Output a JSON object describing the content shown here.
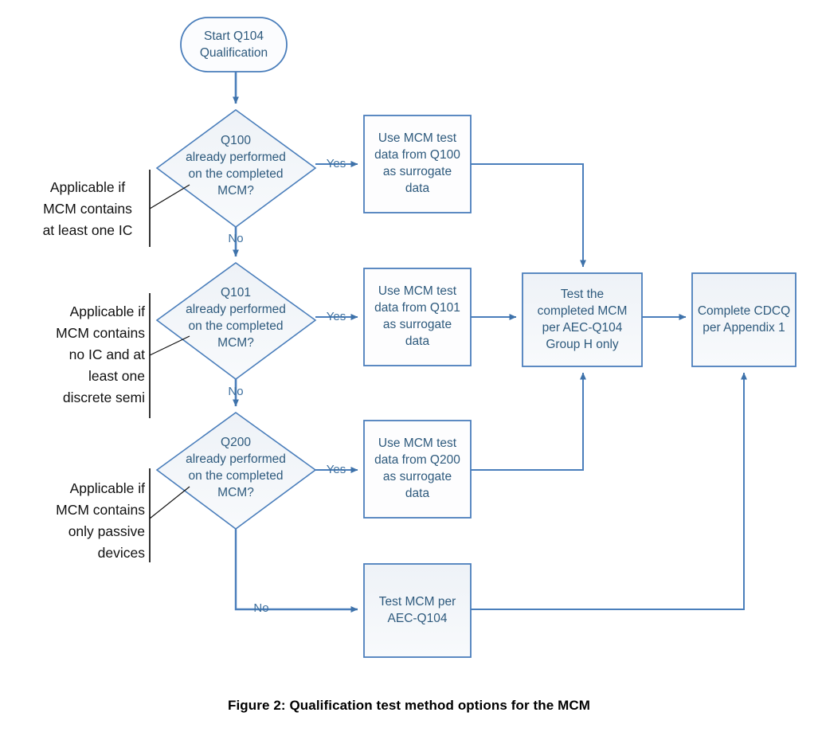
{
  "figure": {
    "caption": "Figure 2:  Qualification test method options for the MCM",
    "colors": {
      "shape_stroke": "#4a7ebb",
      "shape_fill_light": "#fbfcfe",
      "shape_fill_tinted": "#eef2f7",
      "connector": "#4a7ebb",
      "node_text": "#2e5a7d",
      "edge_label_text": "#3d6f9e",
      "annotation_text": "#111111",
      "bracket_line": "#000000",
      "background": "#ffffff"
    }
  },
  "nodes": {
    "start": {
      "label": "Start Q104\nQualification",
      "shape": "rounded-terminator"
    },
    "decision_q100": {
      "label": "Q100\nalready performed\non the completed\nMCM?",
      "shape": "diamond"
    },
    "decision_q101": {
      "label": "Q101\nalready performed\non the completed\nMCM?",
      "shape": "diamond"
    },
    "decision_q200": {
      "label": "Q200\nalready performed\non the completed\nMCM?",
      "shape": "diamond"
    },
    "surrogate_q100": {
      "label": "Use MCM test\ndata from Q100\nas surrogate\ndata",
      "shape": "process"
    },
    "surrogate_q101": {
      "label": "Use MCM test\ndata from Q101\nas surrogate\ndata",
      "shape": "process"
    },
    "surrogate_q200": {
      "label": "Use MCM test\ndata from Q200\nas surrogate\ndata",
      "shape": "process"
    },
    "test_group_h": {
      "label": "Test the\ncompleted MCM\nper AEC-Q104\nGroup H only",
      "shape": "process"
    },
    "complete_cdcq": {
      "label": "Complete CDCQ\nper Appendix 1",
      "shape": "process"
    },
    "test_mcm": {
      "label": "Test MCM per\nAEC-Q104",
      "shape": "process"
    }
  },
  "edge_labels": {
    "q100_yes": "Yes",
    "q100_no": "No",
    "q101_yes": "Yes",
    "q101_no": "No",
    "q200_yes": "Yes",
    "q200_no": "No"
  },
  "annotations": [
    {
      "id": "applicability-ic",
      "text": "Applicable if\nMCM contains\nat least one IC"
    },
    {
      "id": "applicability-discrete",
      "text": "Applicable if\nMCM contains\nno IC and at\nleast one\ndiscrete semi"
    },
    {
      "id": "applicability-passive",
      "text": "Applicable if\nMCM contains\nonly passive\ndevices"
    }
  ]
}
